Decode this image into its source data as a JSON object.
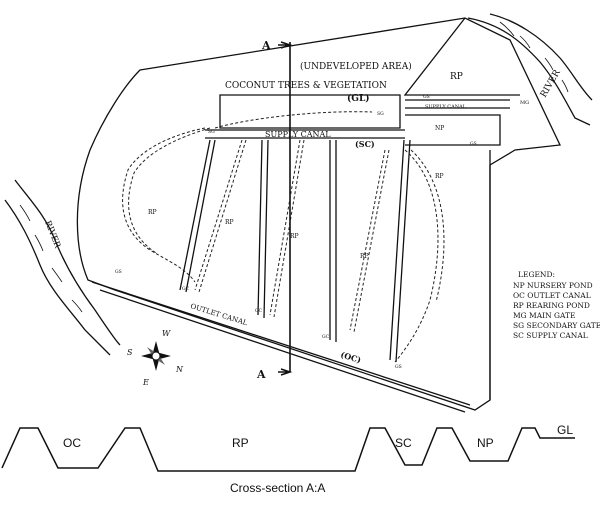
{
  "map": {
    "undeveloped": "(UNDEVELOPED AREA)",
    "coconut": "COCONUT TREES & VEGETATION",
    "gl": "(GL)",
    "rp_top": "RP",
    "river_top": "RIVER",
    "river_left": "RIVER",
    "supply_canal_top": "SUPPLY CANAL",
    "supply_canal_mid": "SUPPLY CANAL",
    "sc": "(SC)",
    "np": "NP",
    "mg": "MG",
    "rp_left": "RP",
    "rp_mid1": "RP",
    "rp_mid2": "RP",
    "rp_mid3": "RP",
    "rp_right": "RP",
    "outlet_canal": "OUTLET CANAL",
    "oc": "(OC)",
    "gate_gs": "GS",
    "gate_sg": "SG",
    "gate_gc": "GC",
    "section_a_top": "A",
    "section_a_bottom": "A"
  },
  "compass": {
    "n": "N",
    "s": "S",
    "e": "E",
    "w": "W"
  },
  "legend": {
    "title": "LEGEND:",
    "items": [
      "NP NURSERY POND",
      "OC  OUTLET CANAL",
      " RP  REARING POND",
      "MG  MAIN GATE",
      "SG  SECONDARY GATE",
      "SC  SUPPLY CANAL"
    ]
  },
  "cross_section": {
    "labels": {
      "oc": "OC",
      "rp": "RP",
      "sc": "SC",
      "np": "NP",
      "gl": "GL"
    },
    "caption": "Cross-section A:A"
  }
}
